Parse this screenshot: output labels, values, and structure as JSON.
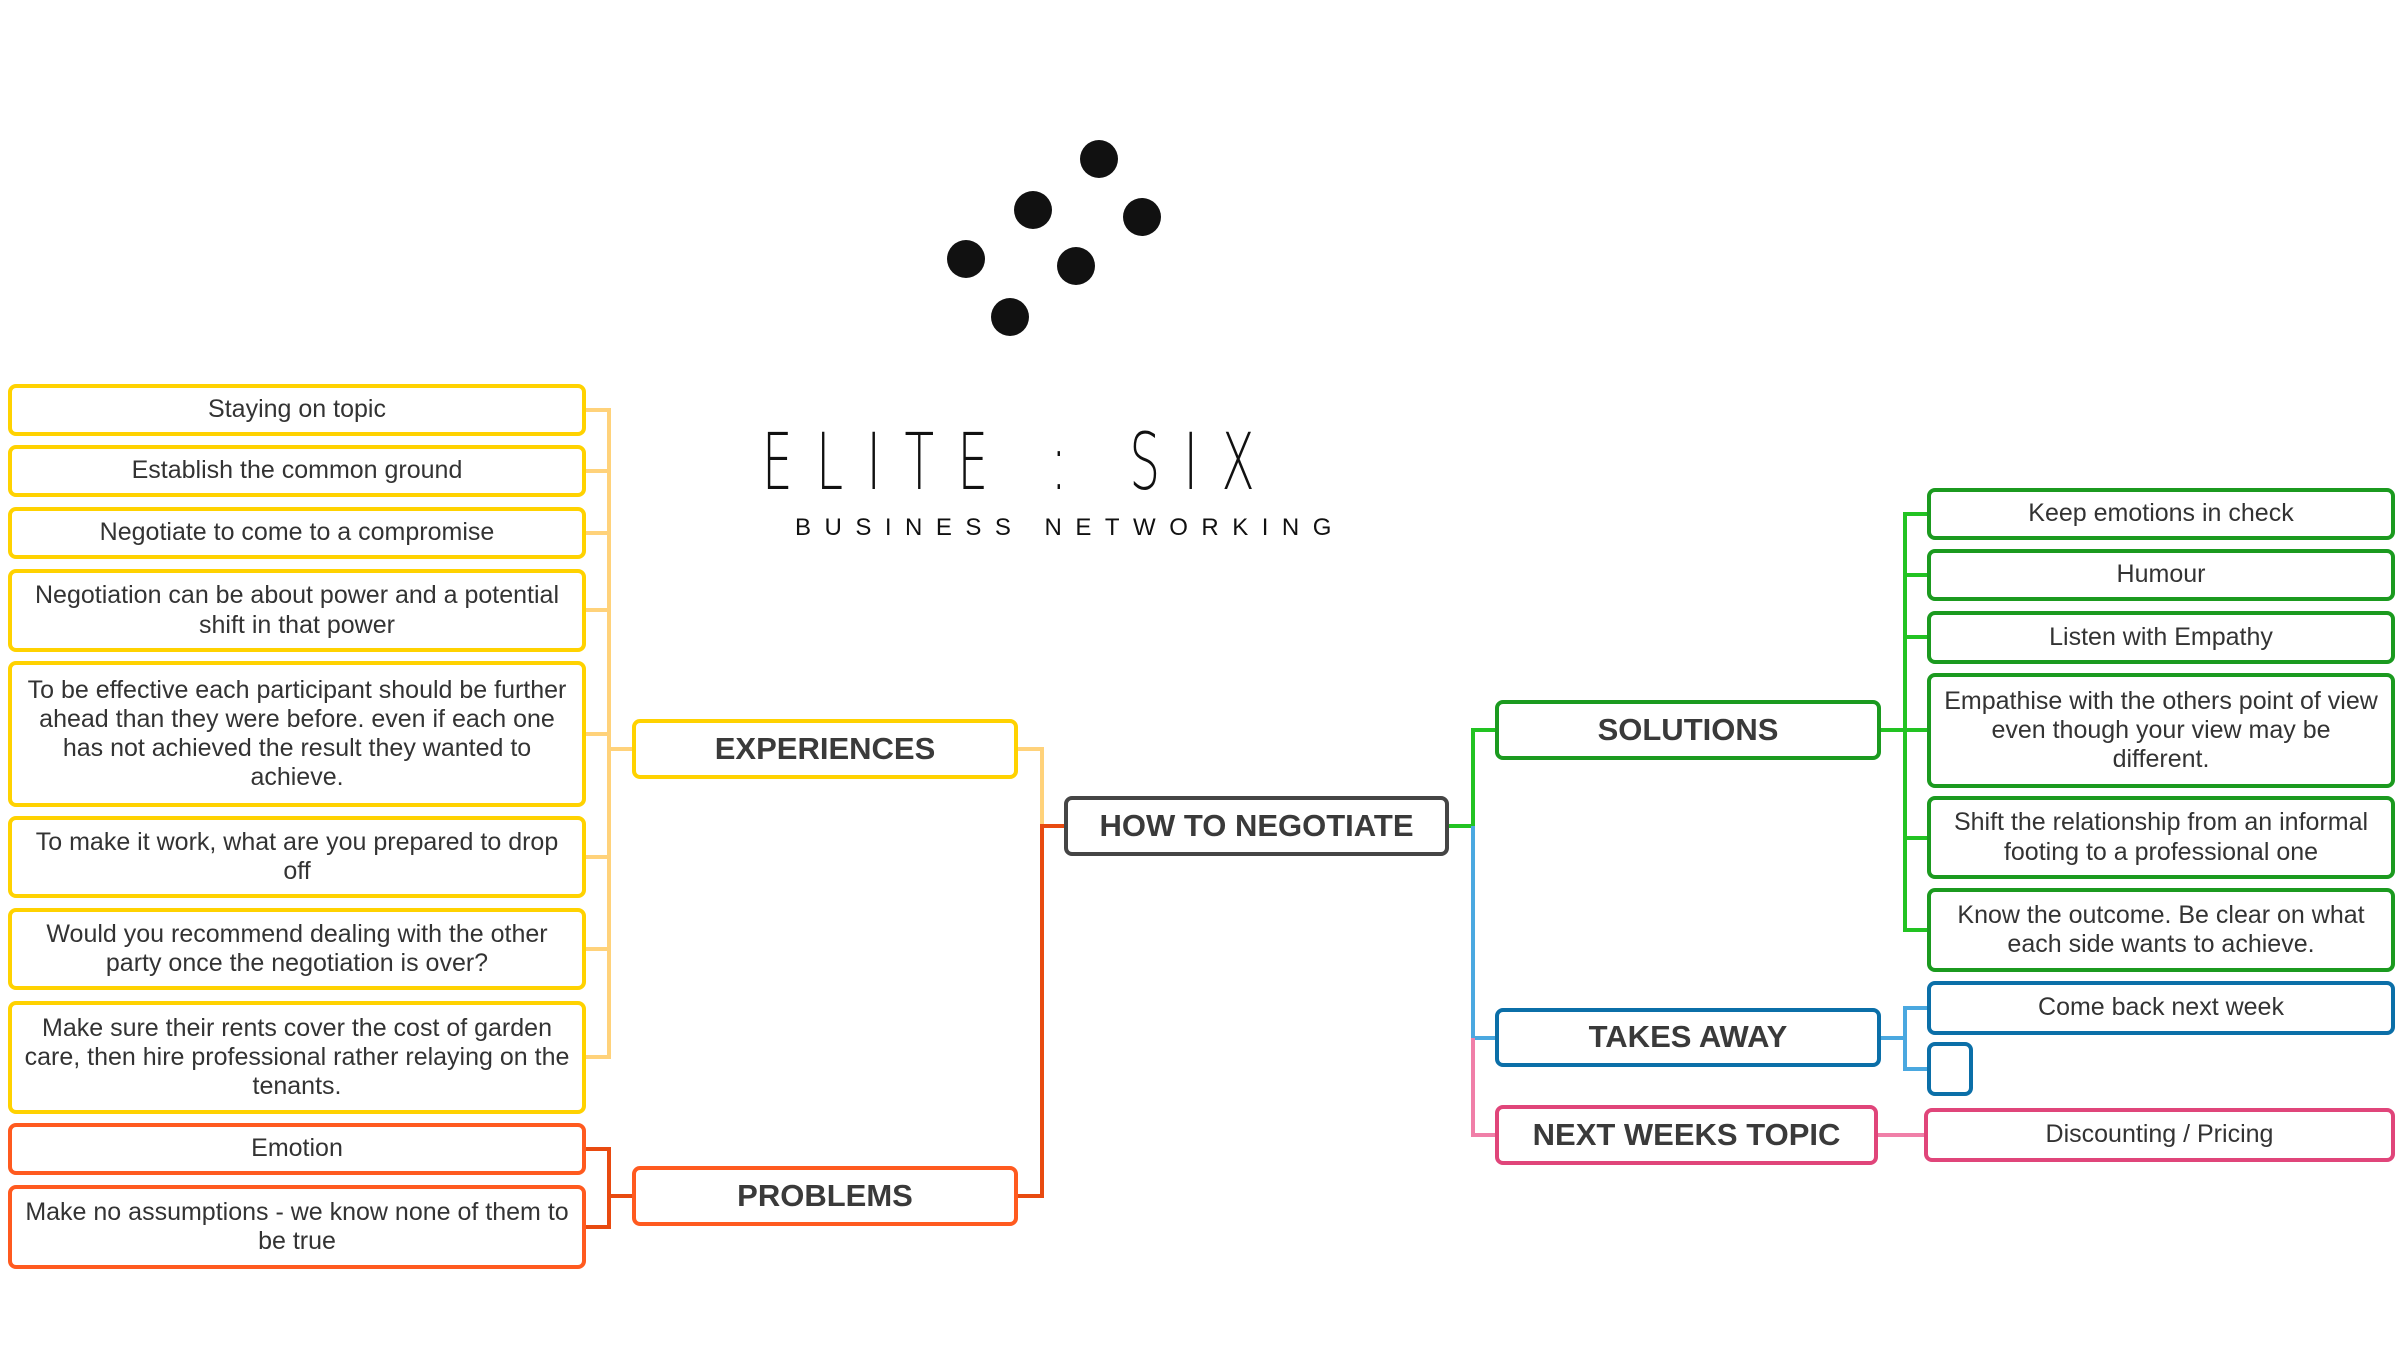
{
  "logo": {
    "name": "ELITE : SIX",
    "tagline": "BUSINESS NETWORKING"
  },
  "root": "HOW TO NEGOTIATE",
  "experiences": {
    "label": "EXPERIENCES",
    "items": [
      "Staying on topic",
      "Establish the common ground",
      "Negotiate to come to a compromise",
      "Negotiation can be about power and a potential shift in that power",
      "To be effective each participant should be further ahead than they were before. even if each one has not achieved the result they wanted to achieve.",
      "To make it work, what are you prepared to drop off",
      "Would you recommend dealing with the other party once the negotiation is over?",
      "Make sure their rents cover the cost of garden care, then hire professional rather relaying on the tenants."
    ]
  },
  "problems": {
    "label": "PROBLEMS",
    "items": [
      "Emotion",
      "Make no assumptions - we know none of them to be true"
    ]
  },
  "solutions": {
    "label": "SOLUTIONS",
    "items": [
      "Keep emotions in check",
      "Humour",
      "Listen with Empathy",
      "Empathise with the others point of view even though your view may be different.",
      "Shift the relationship from an informal footing to a professional one",
      "Know the outcome. Be clear on what each side wants to achieve."
    ]
  },
  "takes_away": {
    "label": "TAKES AWAY",
    "items": [
      "Come back next week",
      ""
    ]
  },
  "next_weeks_topic": {
    "label": "NEXT WEEKS TOPIC",
    "items": [
      "Discounting / Pricing"
    ]
  },
  "colors": {
    "experiences": "#FFD200",
    "problems": "#FF5A1F",
    "solutions": "#1B9A1F",
    "takes_away": "#0B6FA8",
    "next_weeks_topic": "#E0457A"
  }
}
